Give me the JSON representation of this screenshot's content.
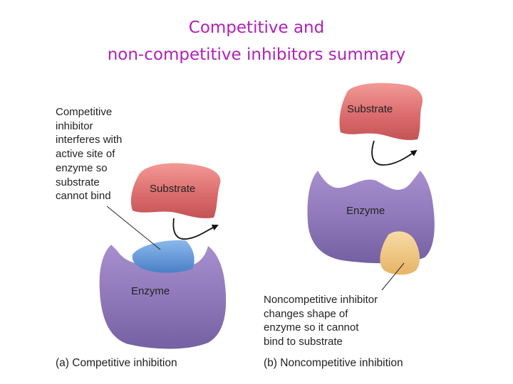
{
  "title": {
    "line1": "Competitive and",
    "line2": "non-competitive inhibitors summary"
  },
  "panel_a": {
    "note_lines": [
      "Competitive",
      "inhibitor",
      "interferes with",
      "active site of",
      "enzyme so",
      "substrate",
      "cannot bind"
    ],
    "substrate_label": "Substrate",
    "enzyme_label": "Enzyme",
    "caption": "(a) Competitive inhibition"
  },
  "panel_b": {
    "substrate_label": "Substrate",
    "enzyme_label": "Enzyme",
    "note_lines": [
      "Noncompetitive inhibitor",
      "changes shape of",
      "enzyme so it cannot",
      "bind to substrate"
    ],
    "caption": "(b) Noncompetitive inhibition"
  },
  "colors": {
    "title": "#b120b8",
    "substrate": "#dc6d6e",
    "enzyme": "#8f78b9",
    "competitive_inhibitor": "#5d92d4",
    "noncompetitive_inhibitor": "#efc784"
  }
}
